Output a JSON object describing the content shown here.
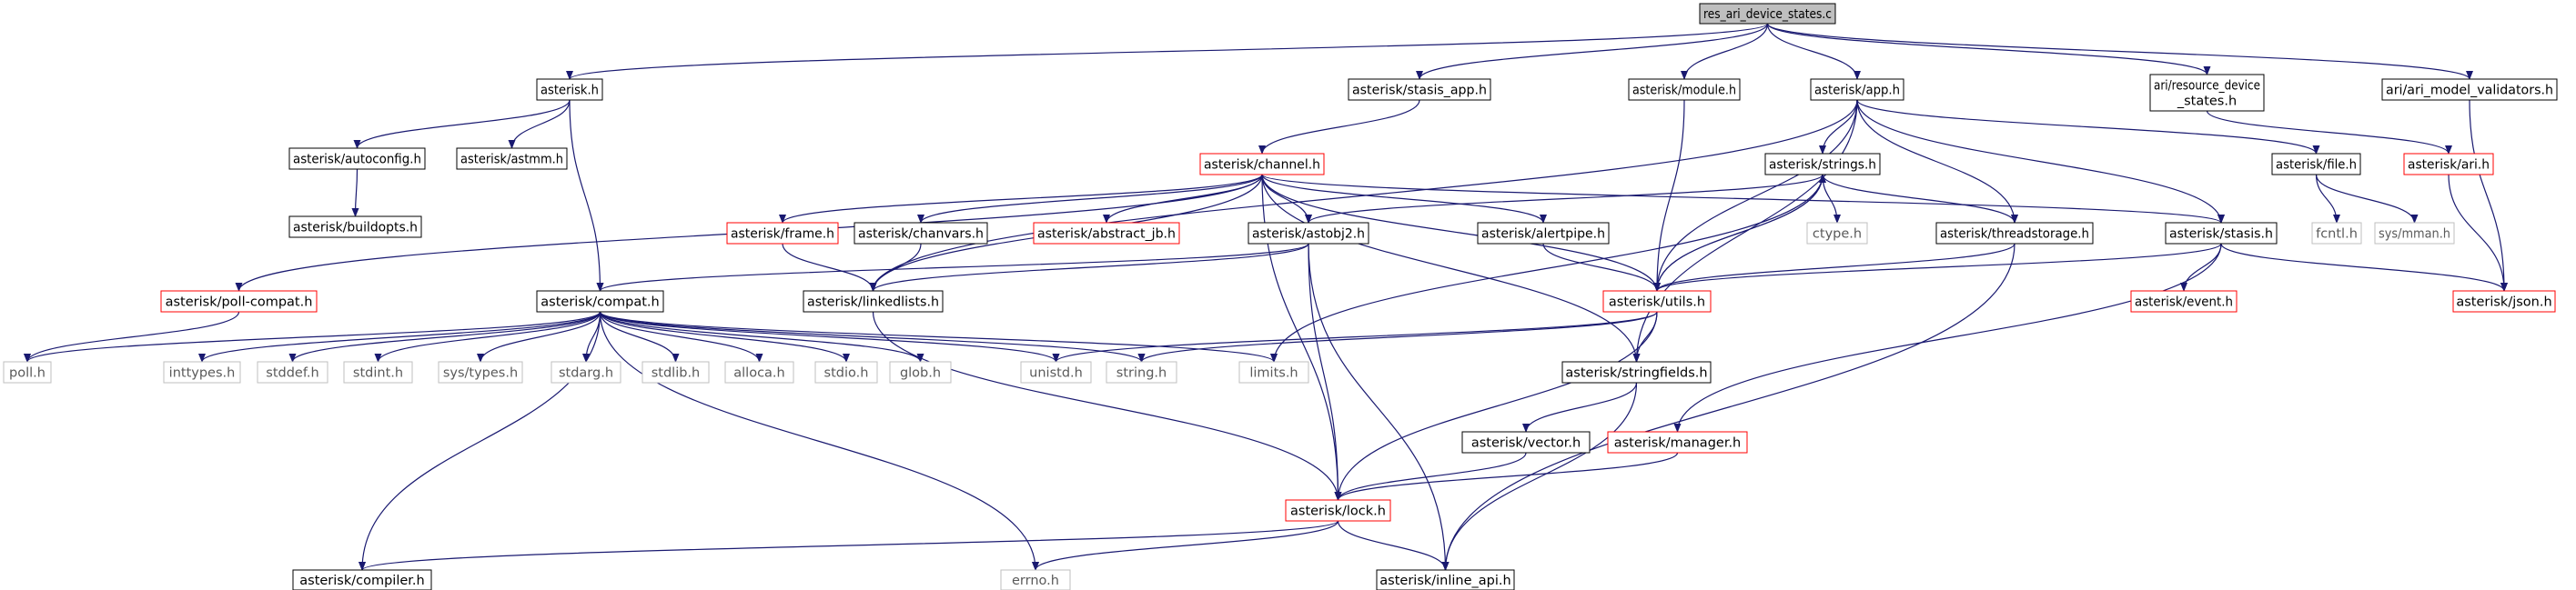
{
  "graph": {
    "nodes": [
      {
        "id": "root",
        "label": "res_ari_device_states.c",
        "style": "root"
      },
      {
        "id": "asterisk_h",
        "label": "asterisk.h",
        "style": "normal"
      },
      {
        "id": "stasis_app_h",
        "label": "asterisk/stasis_app.h",
        "style": "normal"
      },
      {
        "id": "module_h",
        "label": "asterisk/module.h",
        "style": "normal"
      },
      {
        "id": "app_h",
        "label": "asterisk/app.h",
        "style": "normal"
      },
      {
        "id": "resource_device_states_h",
        "label": [
          "ari/resource_device",
          "_states.h"
        ],
        "style": "normal"
      },
      {
        "id": "ari_model_validators_h",
        "label": "ari/ari_model_validators.h",
        "style": "normal"
      },
      {
        "id": "autoconfig_h",
        "label": "asterisk/autoconfig.h",
        "style": "normal"
      },
      {
        "id": "astmm_h",
        "label": "asterisk/astmm.h",
        "style": "normal"
      },
      {
        "id": "buildopts_h",
        "label": "asterisk/buildopts.h",
        "style": "normal"
      },
      {
        "id": "channel_h",
        "label": "asterisk/channel.h",
        "style": "red"
      },
      {
        "id": "strings_h",
        "label": "asterisk/strings.h",
        "style": "normal"
      },
      {
        "id": "file_h",
        "label": "asterisk/file.h",
        "style": "normal"
      },
      {
        "id": "ari_h",
        "label": "asterisk/ari.h",
        "style": "red"
      },
      {
        "id": "frame_h",
        "label": "asterisk/frame.h",
        "style": "red"
      },
      {
        "id": "chanvars_h",
        "label": "asterisk/chanvars.h",
        "style": "normal"
      },
      {
        "id": "abstract_jb_h",
        "label": "asterisk/abstract_jb.h",
        "style": "red"
      },
      {
        "id": "astobj2_h",
        "label": "asterisk/astobj2.h",
        "style": "normal"
      },
      {
        "id": "alertpipe_h",
        "label": "asterisk/alertpipe.h",
        "style": "normal"
      },
      {
        "id": "ctype_h",
        "label": "ctype.h",
        "style": "gray"
      },
      {
        "id": "threadstorage_h",
        "label": "asterisk/threadstorage.h",
        "style": "normal"
      },
      {
        "id": "stasis_h",
        "label": "asterisk/stasis.h",
        "style": "normal"
      },
      {
        "id": "fcntl_h",
        "label": "fcntl.h",
        "style": "gray"
      },
      {
        "id": "sys_mman_h",
        "label": "sys/mman.h",
        "style": "gray"
      },
      {
        "id": "poll_compat_h",
        "label": "asterisk/poll-compat.h",
        "style": "red"
      },
      {
        "id": "compat_h",
        "label": "asterisk/compat.h",
        "style": "normal"
      },
      {
        "id": "linkedlists_h",
        "label": "asterisk/linkedlists.h",
        "style": "normal"
      },
      {
        "id": "utils_h",
        "label": "asterisk/utils.h",
        "style": "red"
      },
      {
        "id": "event_h",
        "label": "asterisk/event.h",
        "style": "red"
      },
      {
        "id": "json_h",
        "label": "asterisk/json.h",
        "style": "red"
      },
      {
        "id": "poll_h",
        "label": "poll.h",
        "style": "gray"
      },
      {
        "id": "inttypes_h",
        "label": "inttypes.h",
        "style": "gray"
      },
      {
        "id": "stddef_h",
        "label": "stddef.h",
        "style": "gray"
      },
      {
        "id": "stdint_h",
        "label": "stdint.h",
        "style": "gray"
      },
      {
        "id": "sys_types_h",
        "label": "sys/types.h",
        "style": "gray"
      },
      {
        "id": "stdarg_h",
        "label": "stdarg.h",
        "style": "gray"
      },
      {
        "id": "stdlib_h",
        "label": "stdlib.h",
        "style": "gray"
      },
      {
        "id": "alloca_h",
        "label": "alloca.h",
        "style": "gray"
      },
      {
        "id": "stdio_h",
        "label": "stdio.h",
        "style": "gray"
      },
      {
        "id": "glob_h",
        "label": "glob.h",
        "style": "gray"
      },
      {
        "id": "unistd_h",
        "label": "unistd.h",
        "style": "gray"
      },
      {
        "id": "string_h",
        "label": "string.h",
        "style": "gray"
      },
      {
        "id": "limits_h",
        "label": "limits.h",
        "style": "gray"
      },
      {
        "id": "stringfields_h",
        "label": "asterisk/stringfields.h",
        "style": "normal"
      },
      {
        "id": "vector_h",
        "label": "asterisk/vector.h",
        "style": "normal"
      },
      {
        "id": "manager_h",
        "label": "asterisk/manager.h",
        "style": "red"
      },
      {
        "id": "lock_h",
        "label": "asterisk/lock.h",
        "style": "red"
      },
      {
        "id": "compiler_h",
        "label": "asterisk/compiler.h",
        "style": "normal"
      },
      {
        "id": "errno_h",
        "label": "errno.h",
        "style": "gray"
      },
      {
        "id": "inline_api_h",
        "label": "asterisk/inline_api.h",
        "style": "normal"
      }
    ],
    "edges": [
      [
        "root",
        "asterisk_h"
      ],
      [
        "root",
        "stasis_app_h"
      ],
      [
        "root",
        "module_h"
      ],
      [
        "root",
        "app_h"
      ],
      [
        "root",
        "resource_device_states_h"
      ],
      [
        "root",
        "ari_model_validators_h"
      ],
      [
        "asterisk_h",
        "autoconfig_h"
      ],
      [
        "asterisk_h",
        "astmm_h"
      ],
      [
        "asterisk_h",
        "compat_h"
      ],
      [
        "autoconfig_h",
        "buildopts_h"
      ],
      [
        "stasis_app_h",
        "channel_h"
      ],
      [
        "module_h",
        "utils_h"
      ],
      [
        "app_h",
        "strings_h"
      ],
      [
        "app_h",
        "file_h"
      ],
      [
        "app_h",
        "threadstorage_h"
      ],
      [
        "app_h",
        "stasis_h"
      ],
      [
        "app_h",
        "utils_h"
      ],
      [
        "app_h",
        "linkedlists_h"
      ],
      [
        "app_h",
        "stringfields_h"
      ],
      [
        "resource_device_states_h",
        "ari_h"
      ],
      [
        "ari_model_validators_h",
        "json_h"
      ],
      [
        "ari_h",
        "json_h"
      ],
      [
        "channel_h",
        "frame_h"
      ],
      [
        "channel_h",
        "chanvars_h"
      ],
      [
        "channel_h",
        "abstract_jb_h"
      ],
      [
        "channel_h",
        "astobj2_h"
      ],
      [
        "channel_h",
        "alertpipe_h"
      ],
      [
        "channel_h",
        "poll_compat_h"
      ],
      [
        "channel_h",
        "linkedlists_h"
      ],
      [
        "channel_h",
        "utils_h"
      ],
      [
        "channel_h",
        "stringfields_h"
      ],
      [
        "channel_h",
        "lock_h"
      ],
      [
        "channel_h",
        "stasis_h"
      ],
      [
        "strings_h",
        "ctype_h"
      ],
      [
        "strings_h",
        "threadstorage_h"
      ],
      [
        "strings_h",
        "utils_h"
      ],
      [
        "strings_h",
        "astobj2_h"
      ],
      [
        "strings_h",
        "limits_h"
      ],
      [
        "file_h",
        "fcntl_h"
      ],
      [
        "file_h",
        "sys_mman_h"
      ],
      [
        "frame_h",
        "linkedlists_h"
      ],
      [
        "chanvars_h",
        "linkedlists_h"
      ],
      [
        "astobj2_h",
        "compat_h"
      ],
      [
        "astobj2_h",
        "linkedlists_h"
      ],
      [
        "astobj2_h",
        "lock_h"
      ],
      [
        "astobj2_h",
        "inline_api_h"
      ],
      [
        "alertpipe_h",
        "utils_h"
      ],
      [
        "threadstorage_h",
        "utils_h"
      ],
      [
        "threadstorage_h",
        "inline_api_h"
      ],
      [
        "stasis_h",
        "utils_h"
      ],
      [
        "stasis_h",
        "event_h"
      ],
      [
        "stasis_h",
        "json_h"
      ],
      [
        "stasis_h",
        "manager_h"
      ],
      [
        "poll_compat_h",
        "poll_h"
      ],
      [
        "compat_h",
        "poll_h"
      ],
      [
        "compat_h",
        "inttypes_h"
      ],
      [
        "compat_h",
        "stddef_h"
      ],
      [
        "compat_h",
        "stdint_h"
      ],
      [
        "compat_h",
        "sys_types_h"
      ],
      [
        "compat_h",
        "stdarg_h"
      ],
      [
        "compat_h",
        "stdlib_h"
      ],
      [
        "compat_h",
        "alloca_h"
      ],
      [
        "compat_h",
        "stdio_h"
      ],
      [
        "compat_h",
        "glob_h"
      ],
      [
        "compat_h",
        "unistd_h"
      ],
      [
        "compat_h",
        "string_h"
      ],
      [
        "compat_h",
        "limits_h"
      ],
      [
        "compat_h",
        "compiler_h"
      ],
      [
        "compat_h",
        "errno_h"
      ],
      [
        "linkedlists_h",
        "lock_h"
      ],
      [
        "utils_h",
        "unistd_h"
      ],
      [
        "utils_h",
        "string_h"
      ],
      [
        "utils_h",
        "stringfields_h"
      ],
      [
        "utils_h",
        "lock_h"
      ],
      [
        "utils_h",
        "strings_h"
      ],
      [
        "stringfields_h",
        "vector_h"
      ],
      [
        "stringfields_h",
        "inline_api_h"
      ],
      [
        "vector_h",
        "lock_h"
      ],
      [
        "manager_h",
        "lock_h"
      ],
      [
        "lock_h",
        "compiler_h"
      ],
      [
        "lock_h",
        "errno_h"
      ],
      [
        "lock_h",
        "inline_api_h"
      ]
    ]
  },
  "colors": {
    "normal_border": "#000000",
    "red_border": "#ff0000",
    "gray_border": "#bfbfbf",
    "root_fill": "#bfbfbf",
    "node_fill": "#ffffff",
    "gray_text": "#5a5a5a",
    "edge": "#191970"
  }
}
